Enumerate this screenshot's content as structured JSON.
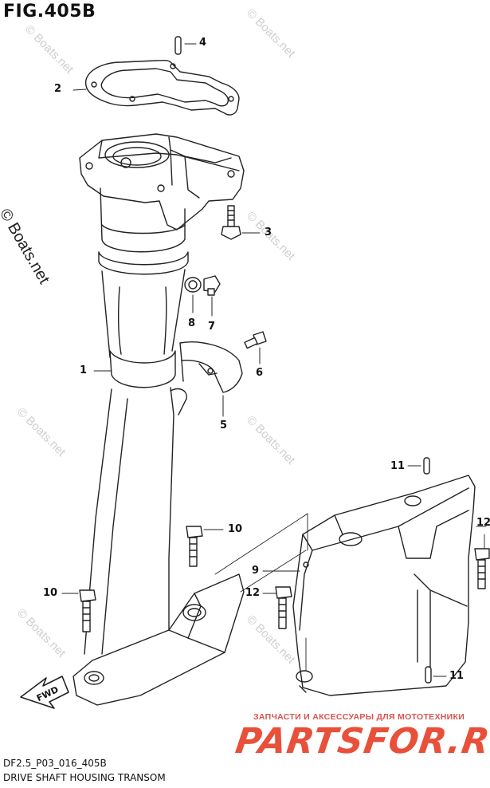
{
  "figure": {
    "title": "FIG.405B",
    "footer_code": "DF2.5_P03_016_405B",
    "footer_caption": "DRIVE SHAFT HOUSING TRANSOM"
  },
  "watermark": {
    "dark_text": "© Boats.net",
    "light_text": "© Boats.net"
  },
  "branding": {
    "top_line": "ЗАПЧАСТИ И АКСЕССУАРЫ ДЛЯ МОТОТЕХНИКИ",
    "main_text": "PARTSFOR.RU"
  },
  "arrow_label": "FWD",
  "callouts": [
    {
      "id": "c4",
      "label": "4"
    },
    {
      "id": "c2",
      "label": "2"
    },
    {
      "id": "c3",
      "label": "3"
    },
    {
      "id": "c8",
      "label": "8"
    },
    {
      "id": "c7",
      "label": "7"
    },
    {
      "id": "c1",
      "label": "1"
    },
    {
      "id": "c6",
      "label": "6"
    },
    {
      "id": "c5",
      "label": "5"
    },
    {
      "id": "c11a",
      "label": "11"
    },
    {
      "id": "c10a",
      "label": "10"
    },
    {
      "id": "c12a",
      "label": "12"
    },
    {
      "id": "c9",
      "label": "9"
    },
    {
      "id": "c10b",
      "label": "10"
    },
    {
      "id": "c12b",
      "label": "12"
    },
    {
      "id": "c11b",
      "label": "11"
    }
  ]
}
